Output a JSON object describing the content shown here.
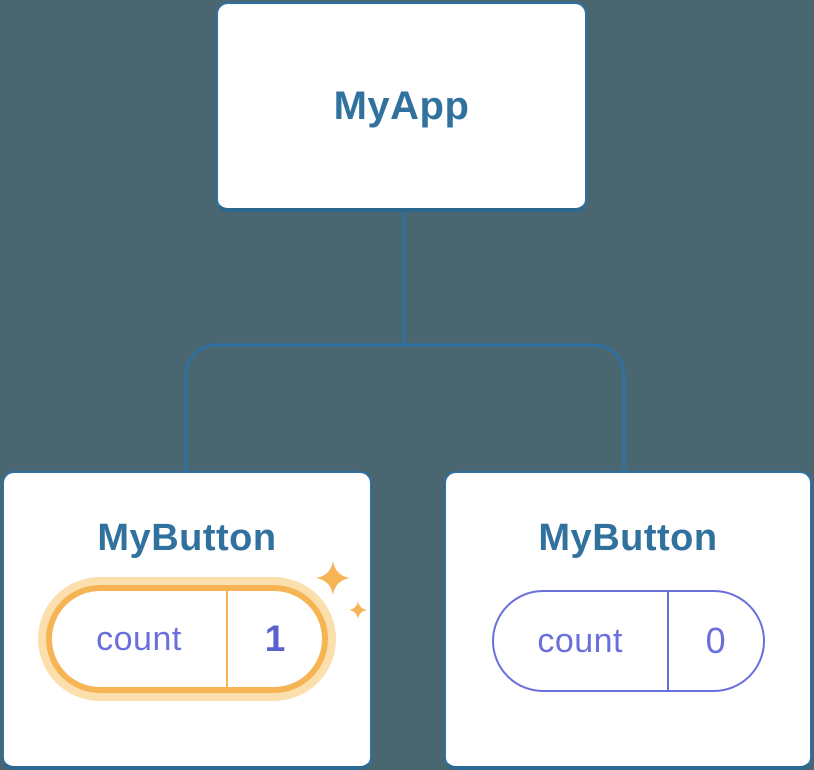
{
  "root": {
    "label": "MyApp"
  },
  "left": {
    "label": "MyButton",
    "state_key": "count",
    "state_value": "1",
    "highlighted": true
  },
  "right": {
    "label": "MyButton",
    "state_key": "count",
    "state_value": "0",
    "highlighted": false
  },
  "colors": {
    "background": "#4A6771",
    "connector": "#2E70A1",
    "node_border": "#2E70A1",
    "node_border_bottom": "#2B688F",
    "node_title": "#31719E",
    "state_text": "#6B6FDB",
    "state_value_highlight": "#5A60CE",
    "highlight": "#F6B455",
    "highlight_halo": "#FBDFAD"
  }
}
